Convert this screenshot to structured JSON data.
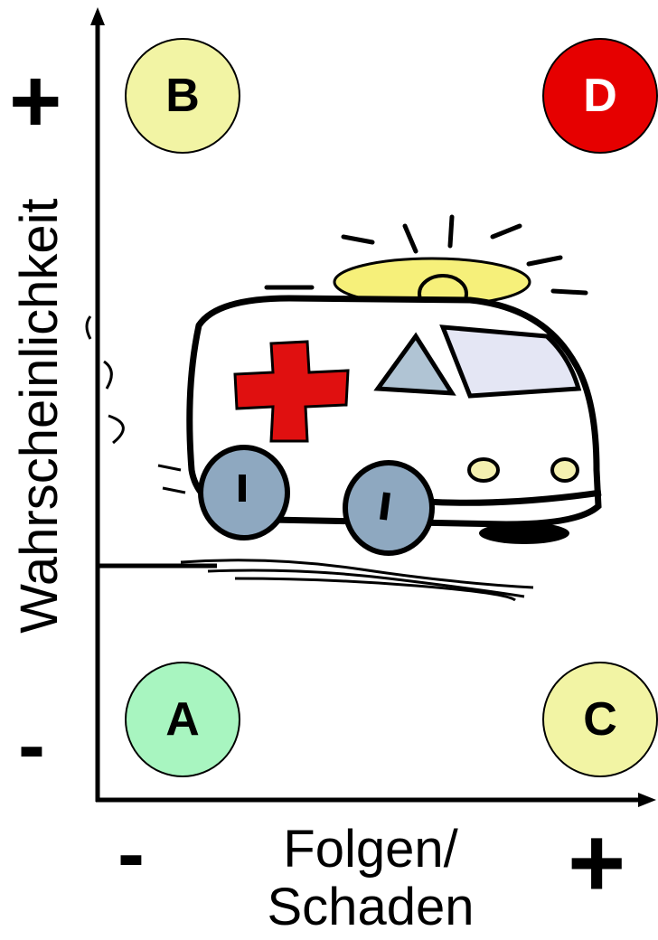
{
  "axes": {
    "y_label": "Wahrscheinlichkeit",
    "x_label_line1": "Folgen/",
    "x_label_line2": "Schaden",
    "y_plus": "+",
    "y_minus": "-",
    "x_minus": "-",
    "x_plus": "+"
  },
  "quadrants": [
    {
      "label": "B",
      "color": "#f2f4a4",
      "text_color": "#000000"
    },
    {
      "label": "D",
      "color": "#e60000",
      "text_color": "#ffffff"
    },
    {
      "label": "A",
      "color": "#a8f5c0",
      "text_color": "#000000"
    },
    {
      "label": "C",
      "color": "#f2f4a4",
      "text_color": "#000000"
    }
  ],
  "illustration": {
    "icon": "ambulance-icon",
    "cross_color": "#e01010",
    "light_color": "#f6f07a",
    "wheel_color": "#8ea8c0"
  }
}
